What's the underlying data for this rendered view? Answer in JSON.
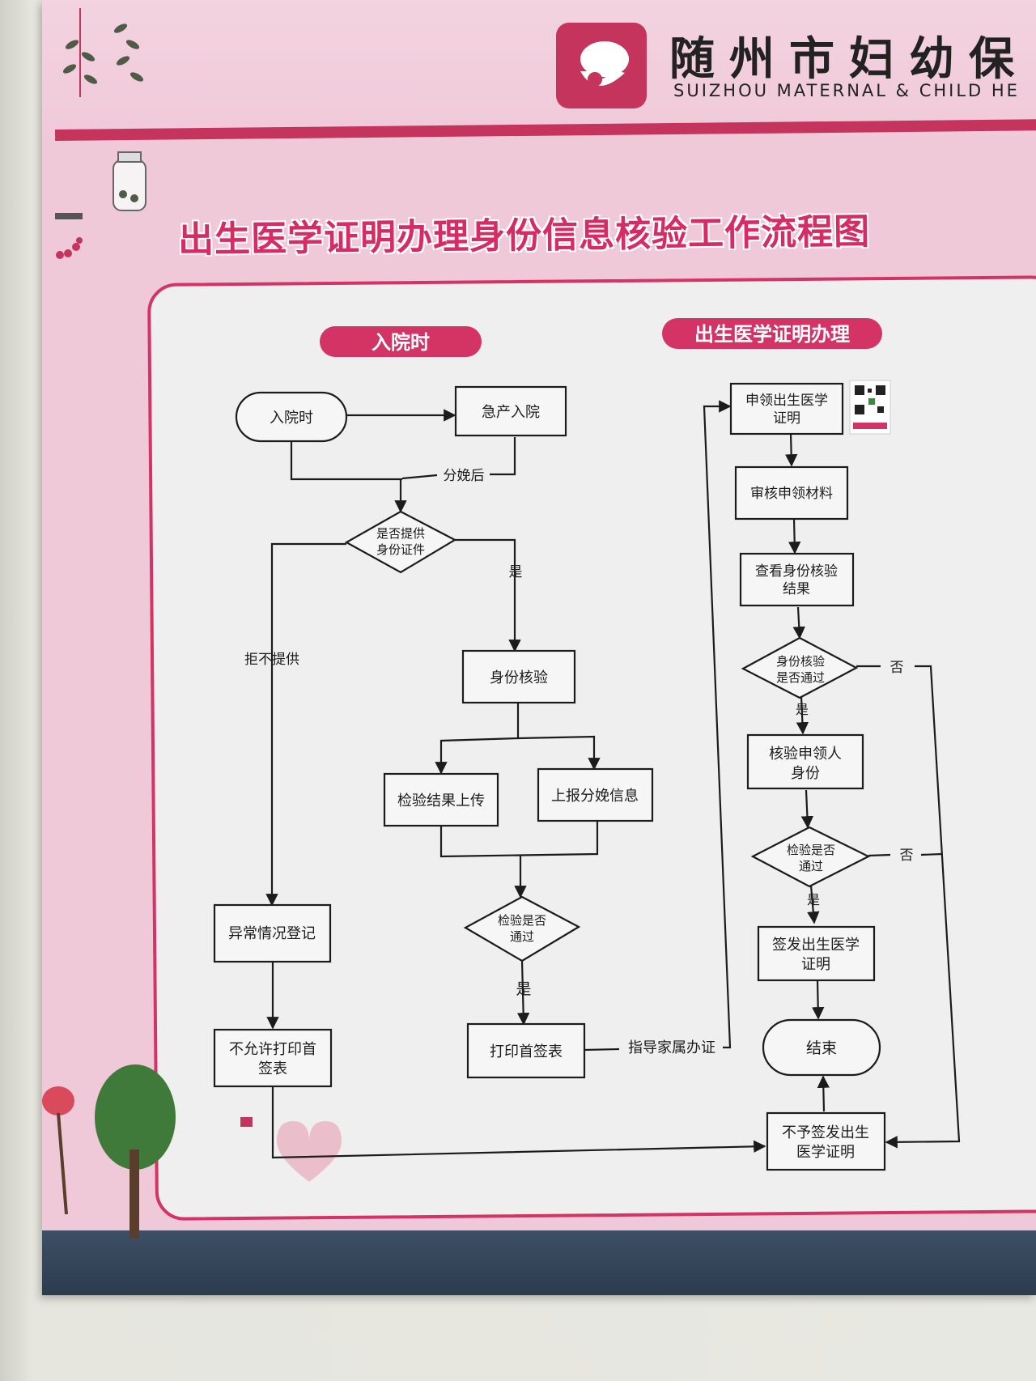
{
  "header": {
    "org_name_cn": "随州市妇幼保",
    "org_name_en": "SUIZHOU MATERNAL & CHILD HE"
  },
  "title": "出生医学证明办理身份信息核验工作流程图",
  "sections": {
    "admission": "入院时",
    "certificate": "出生医学证明办理"
  },
  "nodes": {
    "start_admission": "入院时",
    "emergency_admission": "急产入院",
    "provide_id_q_line1": "是否提供",
    "provide_id_q_line2": "身份证件",
    "identity_check": "身份核验",
    "upload_results": "检验结果上传",
    "report_delivery": "上报分娩信息",
    "check_pass_1_line1": "检验是否",
    "check_pass_1_line2": "通过",
    "print_first_sign": "打印首签表",
    "abnormal_register": "异常情况登记",
    "no_print_line1": "不允许打印首",
    "no_print_line2": "签表",
    "apply_cert_line1": "申领出生医学",
    "apply_cert_line2": "证明",
    "review_materials": "审核申领材料",
    "view_result_line1": "查看身份核验",
    "view_result_line2": "结果",
    "id_pass_q_line1": "身份核验",
    "id_pass_q_line2": "是否通过",
    "verify_applicant_line1": "核验申领人",
    "verify_applicant_line2": "身份",
    "check_pass_2_line1": "检验是否",
    "check_pass_2_line2": "通过",
    "issue_cert_line1": "签发出生医学",
    "issue_cert_line2": "证明",
    "end": "结束",
    "deny_cert_line1": "不予签发出生",
    "deny_cert_line2": "医学证明"
  },
  "edge_labels": {
    "after_delivery": "分娩后",
    "yes": "是",
    "refuse": "拒不提供",
    "guide_family": "指导家属办证",
    "no": "否"
  },
  "colors": {
    "accent": "#d33465",
    "board": "#f0c9d9",
    "panel": "#efefef",
    "ink": "#1c1c1c"
  },
  "icons": [
    "logo-icon",
    "qr-code-icon",
    "leaf-decoration-icon",
    "tree-decoration-icon",
    "heart-decoration-icon"
  ]
}
